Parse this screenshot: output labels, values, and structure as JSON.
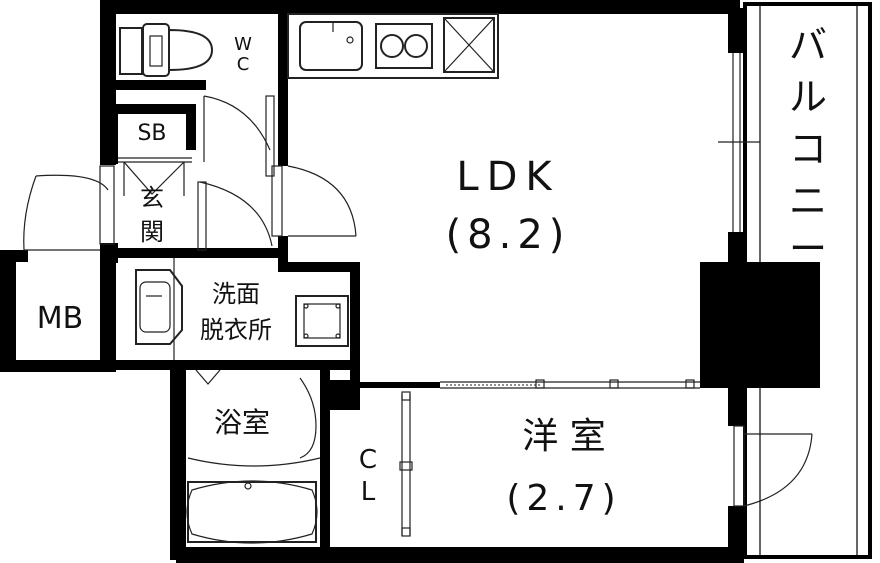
{
  "rooms": {
    "ldk": {
      "name": "LDK",
      "area": "(8.2)"
    },
    "western": {
      "name": "洋 室",
      "area": "(2.7)"
    },
    "balcony": {
      "name": "バルコニー"
    },
    "wc": {
      "line1": "W",
      "line2": "C"
    },
    "shoe_box": {
      "name": "SB"
    },
    "entrance": {
      "line1": "玄",
      "line2": "関"
    },
    "washroom": {
      "line1": "洗面",
      "line2": "脱衣所"
    },
    "meter_box": {
      "name": "MB"
    },
    "bathroom": {
      "name": "浴室"
    },
    "closet": {
      "line1": "C",
      "line2": "L"
    }
  },
  "colors": {
    "wall": "#000000",
    "line": "#222222",
    "background": "#ffffff"
  }
}
